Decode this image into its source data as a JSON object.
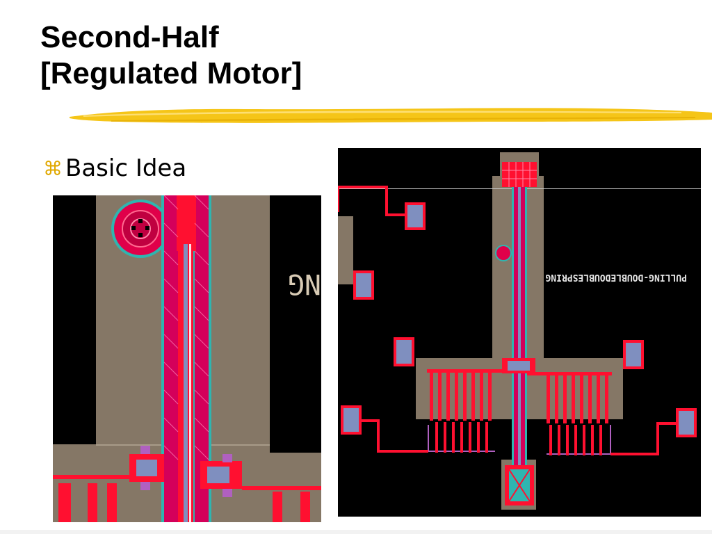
{
  "slide": {
    "title_line1": "Second-Half",
    "title_line2": "[Regulated Motor]",
    "bullet_icon": "command-icon",
    "bullet_text": "Basic Idea",
    "layout_label": "PULLING-DOUBLEDOUBLESPRING",
    "layout_fragment": "NG"
  },
  "colors": {
    "accent": "#f5c518",
    "layout_bg": "#000000",
    "metal": "#ff0033",
    "poly": "#8a7a66",
    "contact": "#7f8fbf"
  }
}
